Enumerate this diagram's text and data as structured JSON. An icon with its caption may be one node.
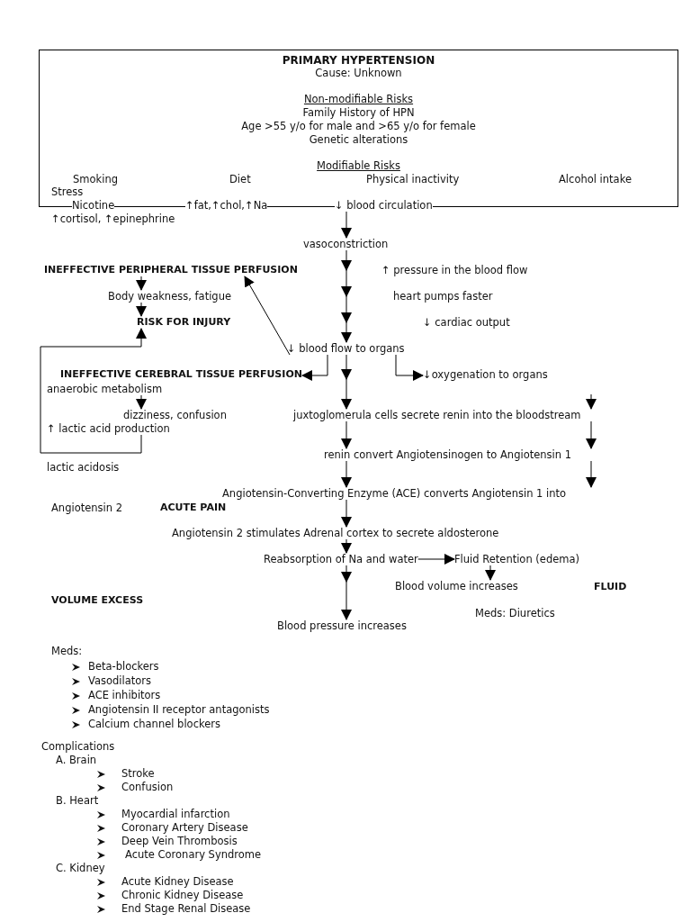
{
  "diagram": {
    "nodes": [
      {
        "text": [
          "PRIMARY HYPERTENSION",
          "Cause: Unknown",
          "Non-modifiable Risks",
          "Family History of HPN",
          "Age >55 y/o for male and >65 y/o for female",
          "Genetic alterations",
          "Modifiable Risks",
          "Smoking",
          "Diet",
          "Physical inactivity",
          "Alcohol intake",
          "Stress"
        ]
      },
      {
        "text": [
          "↓ blood circulation"
        ]
      },
      {
        "text": [
          "vasoconstriction"
        ]
      },
      {
        "text": [
          "↑ pressure in the blood flow"
        ]
      },
      {
        "text": [
          "heart pumps faster"
        ]
      },
      {
        "text": [
          "↓ cardiac output"
        ]
      },
      {
        "text": [
          "↓ blood flow to organs"
        ]
      },
      {
        "text": [
          "juxtoglomerula cells secrete renin into the bloodstream"
        ]
      },
      {
        "text": [
          "renin convert Angiotensinogen to Angiotensin 1"
        ]
      },
      {
        "text": [
          "Angiotensin-Converting Enzyme (ACE) converts Angiotensin 1 into"
        ]
      },
      {
        "text": [
          "Angiotensin 2 stimulates Adrenal cortex to secrete aldosterone"
        ]
      },
      {
        "text": [
          "Reabsorption of Na and water"
        ]
      },
      {
        "text": [
          "Fluid Retention (edema)"
        ]
      },
      {
        "text": [
          "Blood volume increases"
        ]
      },
      {
        "text": [
          "Blood pressure increases"
        ]
      },
      {
        "text": [
          "INEFFECTIVE PERIPHERAL TISSUE PERFUSION"
        ]
      },
      {
        "text": [
          "Body weakness, fatigue"
        ]
      },
      {
        "text": [
          "RISK FOR INJURY"
        ]
      },
      {
        "text": [
          "INEFFECTIVE CEREBRAL TISSUE PERFUSION"
        ]
      },
      {
        "text": [
          "anaerobic metabolism"
        ]
      },
      {
        "text": [
          "dizziness, confusion"
        ]
      },
      {
        "text": [
          "↑ lactic acid production"
        ]
      },
      {
        "text": [
          "lactic acidosis"
        ]
      },
      {
        "text": [
          "↓oxygenation to organs"
        ]
      }
    ],
    "edges": [
      {
        "from": 1,
        "to": 2,
        "arrow": "to"
      },
      {
        "from": 2,
        "to": 6,
        "arrow": "to"
      },
      {
        "from": 15,
        "to": 16,
        "arrow": "to"
      },
      {
        "from": 16,
        "to": 17,
        "arrow": "to"
      },
      {
        "from": 6,
        "to": 15,
        "arrow": "to"
      },
      {
        "from": 6,
        "to": 18,
        "arrow": "to"
      },
      {
        "from": 6,
        "to": 23,
        "arrow": "to"
      },
      {
        "from": 6,
        "to": 7,
        "arrow": "to"
      },
      {
        "from": null,
        "to": 7,
        "arrow": "to"
      },
      {
        "from": 7,
        "to": 8,
        "arrow": "to"
      },
      {
        "from": 7,
        "to": 8,
        "arrow": "to"
      },
      {
        "from": 8,
        "to": 9,
        "arrow": "to"
      },
      {
        "from": 8,
        "to": 9,
        "arrow": "to"
      },
      {
        "from": 9,
        "to": 10,
        "arrow": "to"
      },
      {
        "from": 10,
        "to": 11,
        "arrow": "to"
      },
      {
        "from": 11,
        "to": 12,
        "arrow": "to"
      },
      {
        "from": 12,
        "to": 13,
        "arrow": "to"
      },
      {
        "from": 11,
        "to": 14,
        "arrow": "to"
      },
      {
        "from": 19,
        "to": 20,
        "arrow": "to"
      },
      {
        "from": 21,
        "to": 17,
        "arrow": "to"
      }
    ],
    "labels": [
      "Nicotine",
      "↑fat,↑chol,↑Na",
      "↑cortisol, ↑epinephrine",
      "Angiotensin 2",
      "ACUTE PAIN",
      "FLUID",
      "VOLUME EXCESS",
      "Meds: Diuretics",
      "Meds:",
      "Beta-blockers",
      "Vasodilators",
      "ACE inhibitors",
      "Angiotensin II receptor antagonists",
      "Calcium channel blockers",
      "Complications",
      "A. Brain",
      "Stroke",
      "Confusion",
      "B. Heart",
      "Myocardial infarction",
      "Coronary Artery Disease",
      "Deep Vein Thrombosis",
      "Acute Coronary Syndrome",
      "C. Kidney",
      "Acute Kidney Disease",
      "Chronic Kidney Disease",
      "End Stage Renal Disease"
    ]
  }
}
